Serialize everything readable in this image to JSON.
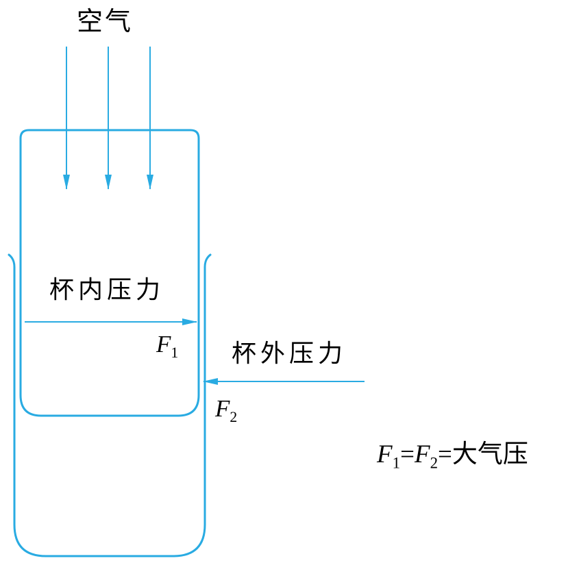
{
  "labels": {
    "air": "空气",
    "inside_pressure": "杯内压力",
    "outside_pressure": "杯外压力",
    "force1": {
      "base": "F",
      "sub": "1"
    },
    "force2": {
      "base": "F",
      "sub": "2"
    }
  },
  "equation": {
    "f1": "F",
    "f1_sub": "1",
    "eq1": "=",
    "f2": "F",
    "f2_sub": "2",
    "eq2": "=",
    "rhs": "大气压"
  },
  "colors": {
    "line": "#29abe2",
    "text": "#000000"
  }
}
